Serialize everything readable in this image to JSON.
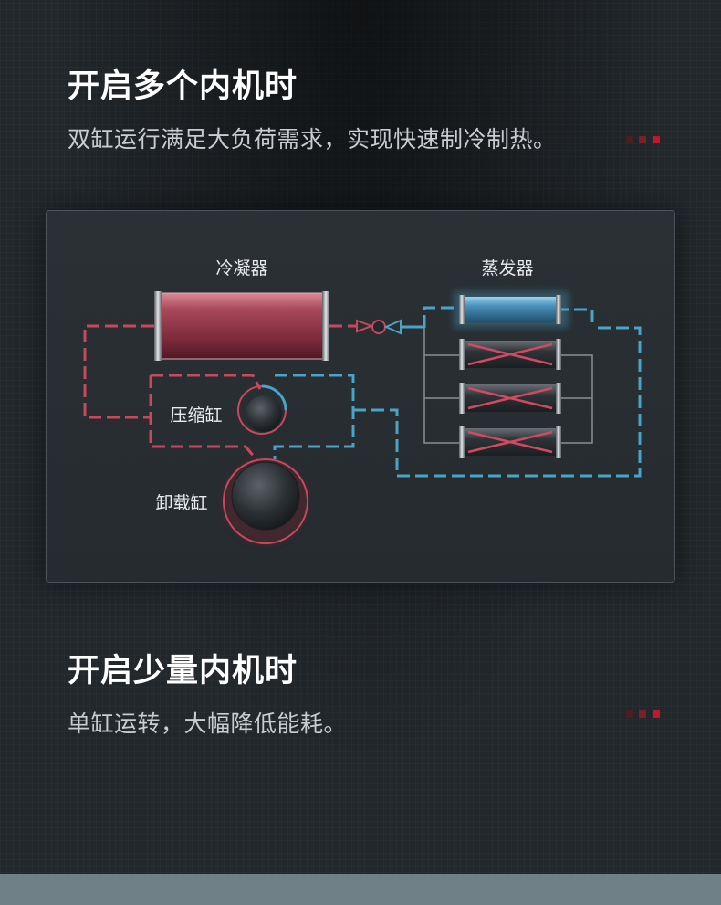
{
  "section_multi": {
    "title": "开启多个内机时",
    "subtitle": "双缸运行满足大负荷需求，实现快速制冷制热。"
  },
  "section_single": {
    "title": "开启少量内机时",
    "subtitle": "单缸运转，大幅降低能耗。"
  },
  "diagram": {
    "condenser_label": "冷凝器",
    "evaporator_label": "蒸发器",
    "compression_cylinder_label": "压缩缸",
    "unloading_cylinder_label": "卸载缸",
    "evaporator_units": [
      {
        "state": "active"
      },
      {
        "state": "inactive"
      },
      {
        "state": "inactive"
      },
      {
        "state": "inactive"
      }
    ]
  },
  "colors": {
    "hot": "#c8485e",
    "cold": "#4aa3c9",
    "accent_red": "#c3162a"
  }
}
